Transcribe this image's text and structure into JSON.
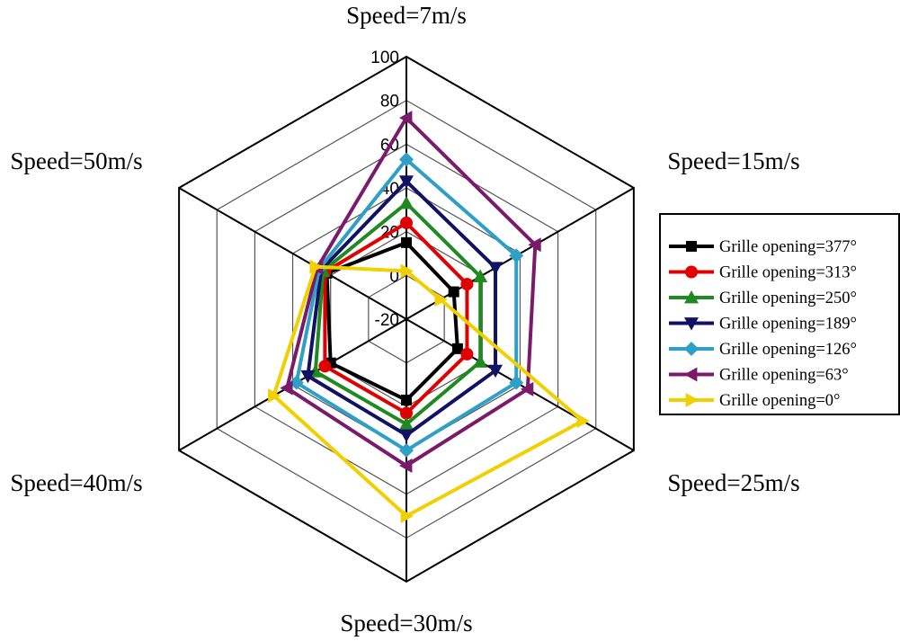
{
  "chart_data": {
    "type": "radar",
    "axes": [
      "Speed=7m/s",
      "Speed=15m/s",
      "Speed=25m/s",
      "Speed=30m/s",
      "Speed=40m/s",
      "Speed=50m/s"
    ],
    "r_ticks": [
      -20,
      0,
      20,
      40,
      60,
      80,
      100
    ],
    "rlim": [
      -20,
      100
    ],
    "grid": true,
    "legend_position": "right",
    "series": [
      {
        "name": "Grille opening=377°",
        "color": "#000000",
        "marker": "square",
        "values": [
          15,
          5,
          7,
          17,
          20,
          22
        ]
      },
      {
        "name": "Grille opening=313°",
        "color": "#e00000",
        "marker": "circle",
        "values": [
          24,
          12,
          12,
          23,
          23,
          23
        ]
      },
      {
        "name": "Grille opening=250°",
        "color": "#1f8a1f",
        "marker": "triangle-up",
        "values": [
          33,
          19,
          19,
          28,
          28,
          24
        ]
      },
      {
        "name": "Grille opening=189°",
        "color": "#111166",
        "marker": "triangle-down",
        "values": [
          43,
          27,
          27,
          33,
          32,
          25
        ]
      },
      {
        "name": "Grille opening=126°",
        "color": "#2ea0c8",
        "marker": "diamond",
        "values": [
          53,
          38,
          38,
          40,
          38,
          26
        ]
      },
      {
        "name": "Grille opening=63°",
        "color": "#7a1a6a",
        "marker": "triangle-left",
        "values": [
          72,
          48,
          44,
          47,
          43,
          27
        ]
      },
      {
        "name": "Grille opening=0°",
        "color": "#f0d000",
        "marker": "triangle-right",
        "values": [
          2,
          -2,
          73,
          70,
          50,
          28
        ]
      }
    ]
  }
}
